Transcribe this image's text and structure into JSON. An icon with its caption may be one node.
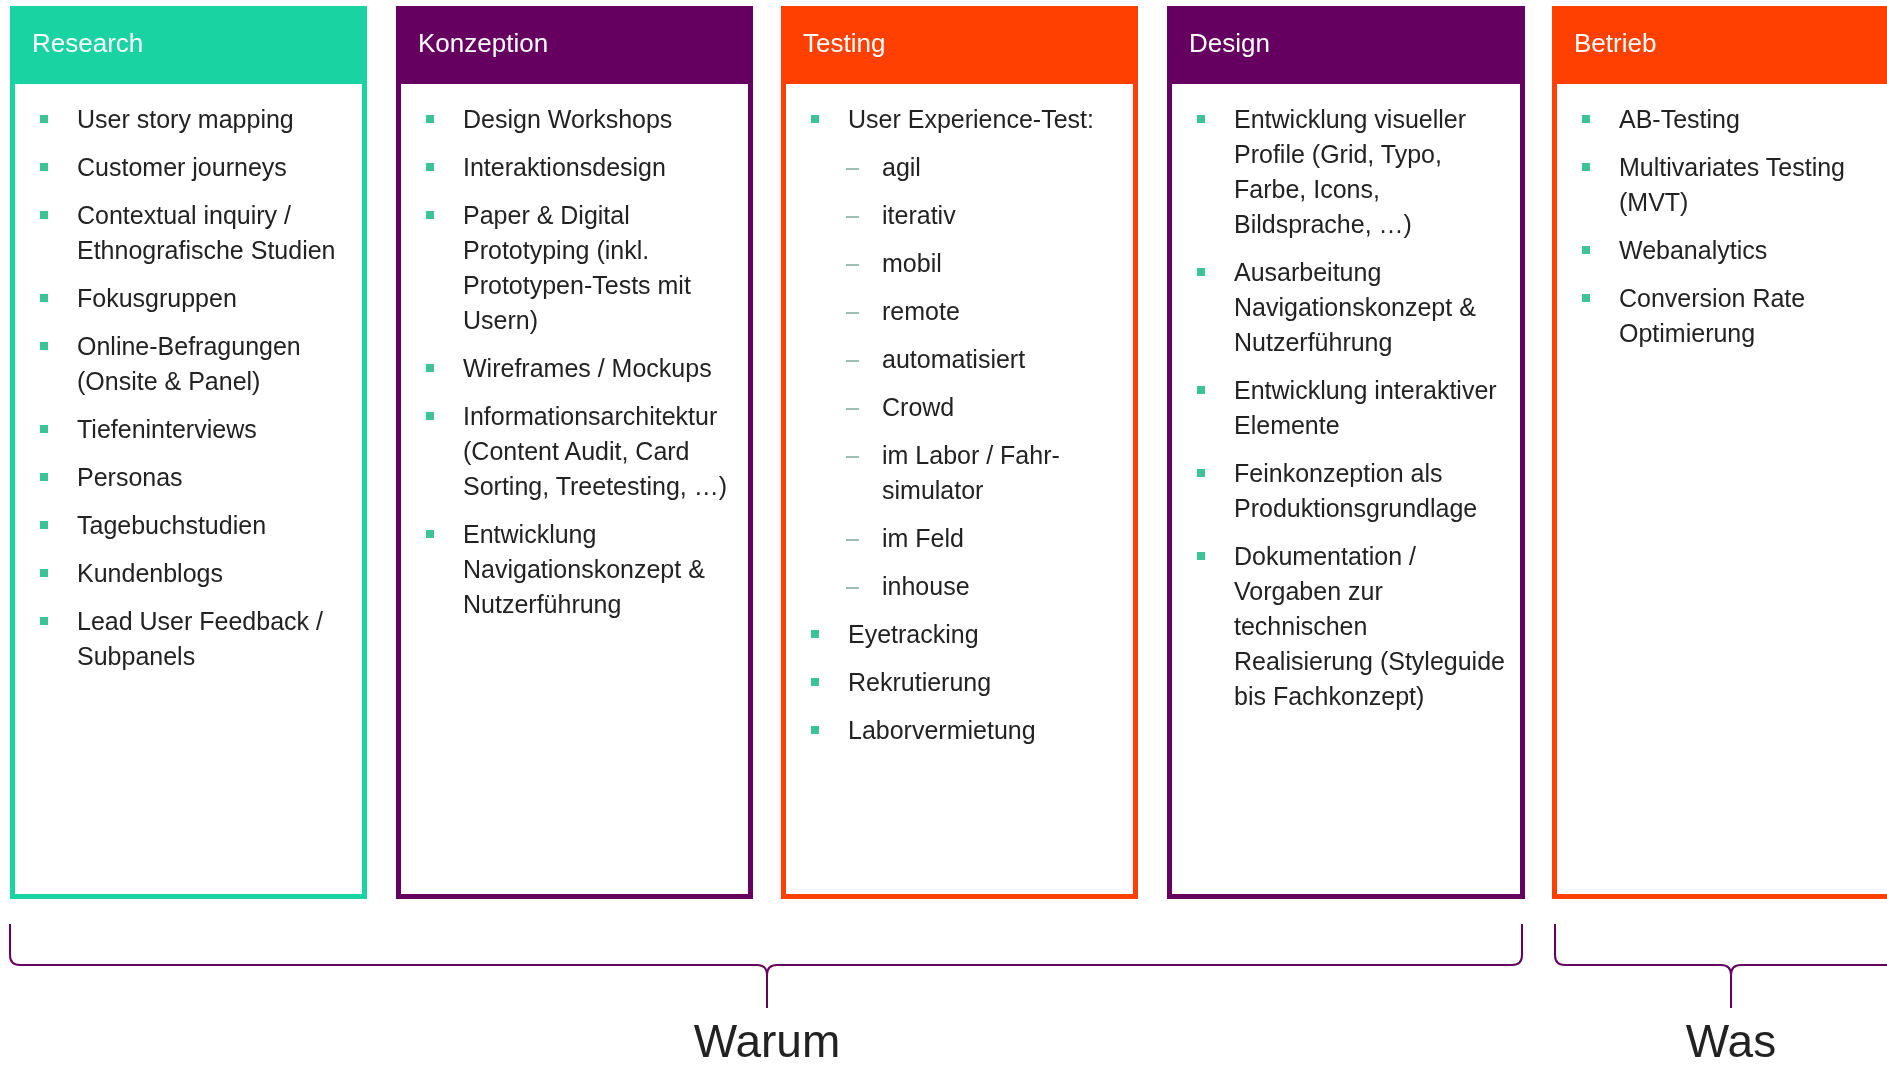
{
  "diagram": {
    "nodes": [
      {
        "text": [
          "Research",
          "User story mapping",
          "Customer journeys",
          "Contextual inquiry / Ethnografische Studien",
          "Fokusgruppen",
          "Online-Befragungen (Onsite & Panel)",
          "Tiefeninterviews",
          "Personas",
          "Tagebuchstudien",
          "Kundenblogs",
          "Lead User Feedback / Subpanels"
        ]
      },
      {
        "text": [
          "Konzeption",
          "Design Workshops",
          "Interaktionsdesign",
          "Paper & Digital Prototyping (inkl. Prototypen-Tests mit Usern)",
          "Wireframes / Mockups",
          "Informationsarchitektur (Content Audit, Card Sorting, Treetesting, …)",
          "Entwicklung Navigationskonzept & Nutzerführung"
        ]
      },
      {
        "text": [
          "Testing",
          "User Experience-Test:",
          "agil",
          "iterativ",
          "mobil",
          "remote",
          "automatisiert",
          "Crowd",
          "im Labor / Fahr-simulator",
          "im Feld",
          "inhouse",
          "Eyetracking",
          "Rekrutierung",
          "Laborvermietung"
        ]
      },
      {
        "text": [
          "Design",
          "Entwicklung visueller Profile (Grid, Typo, Farbe, Icons, Bildsprache, …)",
          "Ausarbeitung Navigationskonzept & Nutzerführung",
          "Entwicklung interaktiver Elemente",
          "Feinkonzeption als Produktionsgrundlage",
          "Dokumentation / Vorgaben zur technischen Realisierung (Styleguide bis Fachkonzept)"
        ]
      },
      {
        "text": [
          "Betrieb",
          "AB-Testing",
          "Multivariates Testing (MVT)",
          "Webanalytics",
          "Conversion Rate Optimierung"
        ]
      }
    ],
    "labels": [
      "Warum",
      "Was"
    ]
  }
}
